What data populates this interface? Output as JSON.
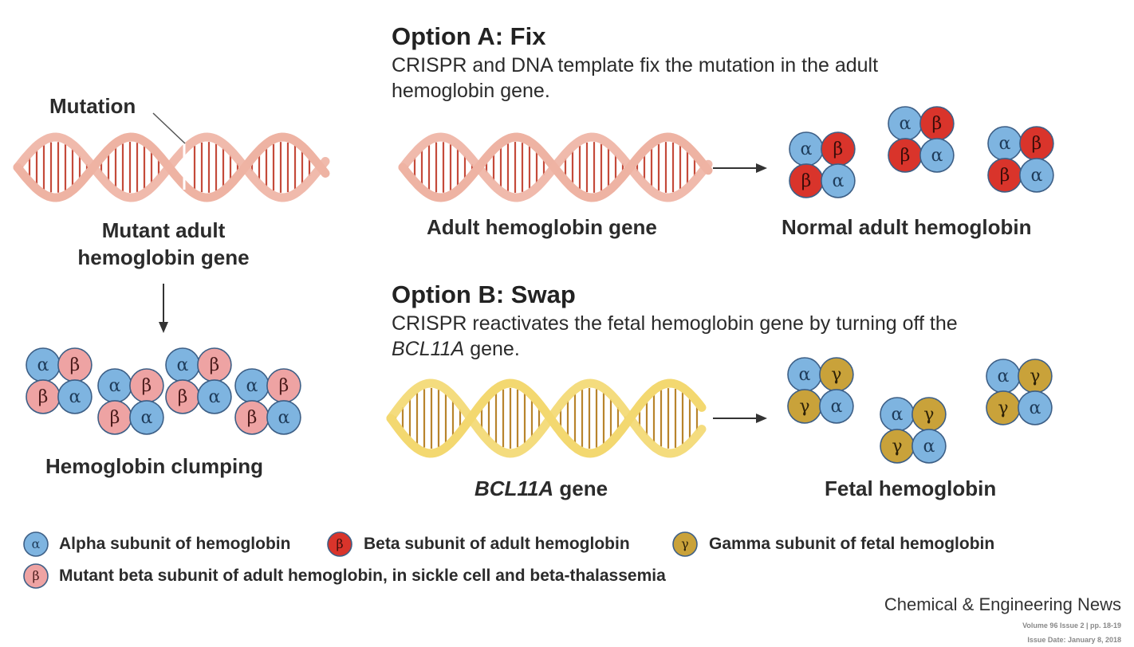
{
  "colors": {
    "alpha": "#7eb4e0",
    "beta_adult": "#d9342b",
    "beta_mutant": "#eea3a3",
    "gamma": "#c9a23a",
    "helix_pink": "#eeb3a3",
    "helix_rungs": "#c44a3a",
    "helix_yellow": "#f3d870",
    "helix_yellow_rungs": "#b8842c"
  },
  "left": {
    "mutation_label": "Mutation",
    "gene_label_line1": "Mutant adult",
    "gene_label_line2": "hemoglobin gene",
    "clump_label": "Hemoglobin clumping"
  },
  "option_a": {
    "heading": "Option A: Fix",
    "description_line1": "CRISPR and DNA template fix the mutation in the adult",
    "description_line2": "hemoglobin gene.",
    "gene_label": "Adult hemoglobin gene",
    "result_label": "Normal adult hemoglobin"
  },
  "option_b": {
    "heading": "Option B: Swap",
    "description_line1": "CRISPR reactivates the fetal hemoglobin gene by turning off the",
    "description_line2_italic": "BCL11A",
    "description_line2_rest": " gene.",
    "gene_label_italic": "BCL11A",
    "gene_label_rest": " gene",
    "result_label": "Fetal hemoglobin"
  },
  "symbols": {
    "alpha": "α",
    "beta": "β",
    "gamma": "γ"
  },
  "legend": {
    "alpha": "Alpha subunit of hemoglobin",
    "beta_adult": "Beta subunit of adult hemoglobin",
    "gamma": "Gamma subunit of fetal hemoglobin",
    "beta_mutant": "Mutant beta subunit of adult hemoglobin, in sickle cell and beta-thalassemia"
  },
  "credit": {
    "publication": "Chemical & Engineering News",
    "volume": "Volume 96 Issue 2 | pp. 18-19",
    "date": "Issue Date: January 8, 2018"
  }
}
